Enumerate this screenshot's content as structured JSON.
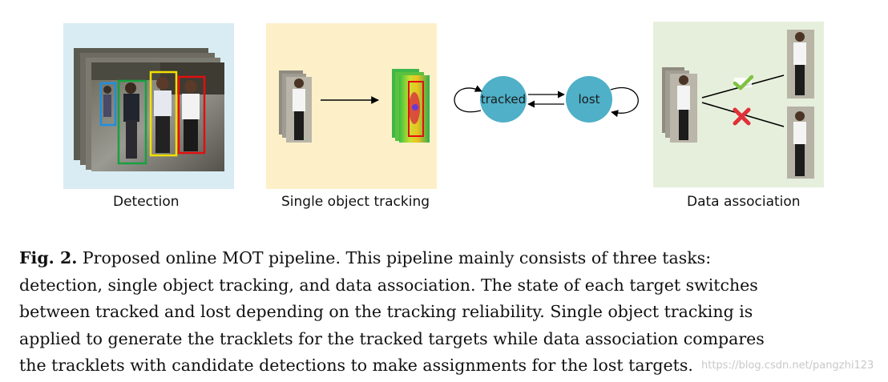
{
  "figure": {
    "panels": {
      "detection": "Detection",
      "single_object_tracking": "Single object tracking",
      "data_association": "Data association"
    },
    "states": {
      "tracked": "tracked",
      "lost": "lost"
    },
    "colors": {
      "state_node": "#4fb0c8",
      "detection_bg": "#d9ecf3",
      "tracking_bg": "#fdf0c9",
      "association_bg": "#e6efdb",
      "box_blue": "#1f8fe0",
      "box_green": "#18a040",
      "box_yellow": "#f2e000",
      "box_red": "#e01010",
      "check": "#7fc242",
      "cross": "#e0303a"
    },
    "icons": {
      "accept": "check-mark-icon",
      "reject": "cross-mark-icon"
    }
  },
  "caption": {
    "label": "Fig. 2.",
    "lines": [
      " Proposed online MOT pipeline. This pipeline mainly consists of three tasks:",
      "detection, single object tracking, and data association. The state of each target switches",
      "between tracked and lost depending on the tracking reliability. Single object tracking is",
      "applied to generate the tracklets for the tracked targets while data association compares",
      "the tracklets with candidate detections to make assignments for the lost targets."
    ]
  },
  "watermark": "https://blog.csdn.net/pangzhi123"
}
